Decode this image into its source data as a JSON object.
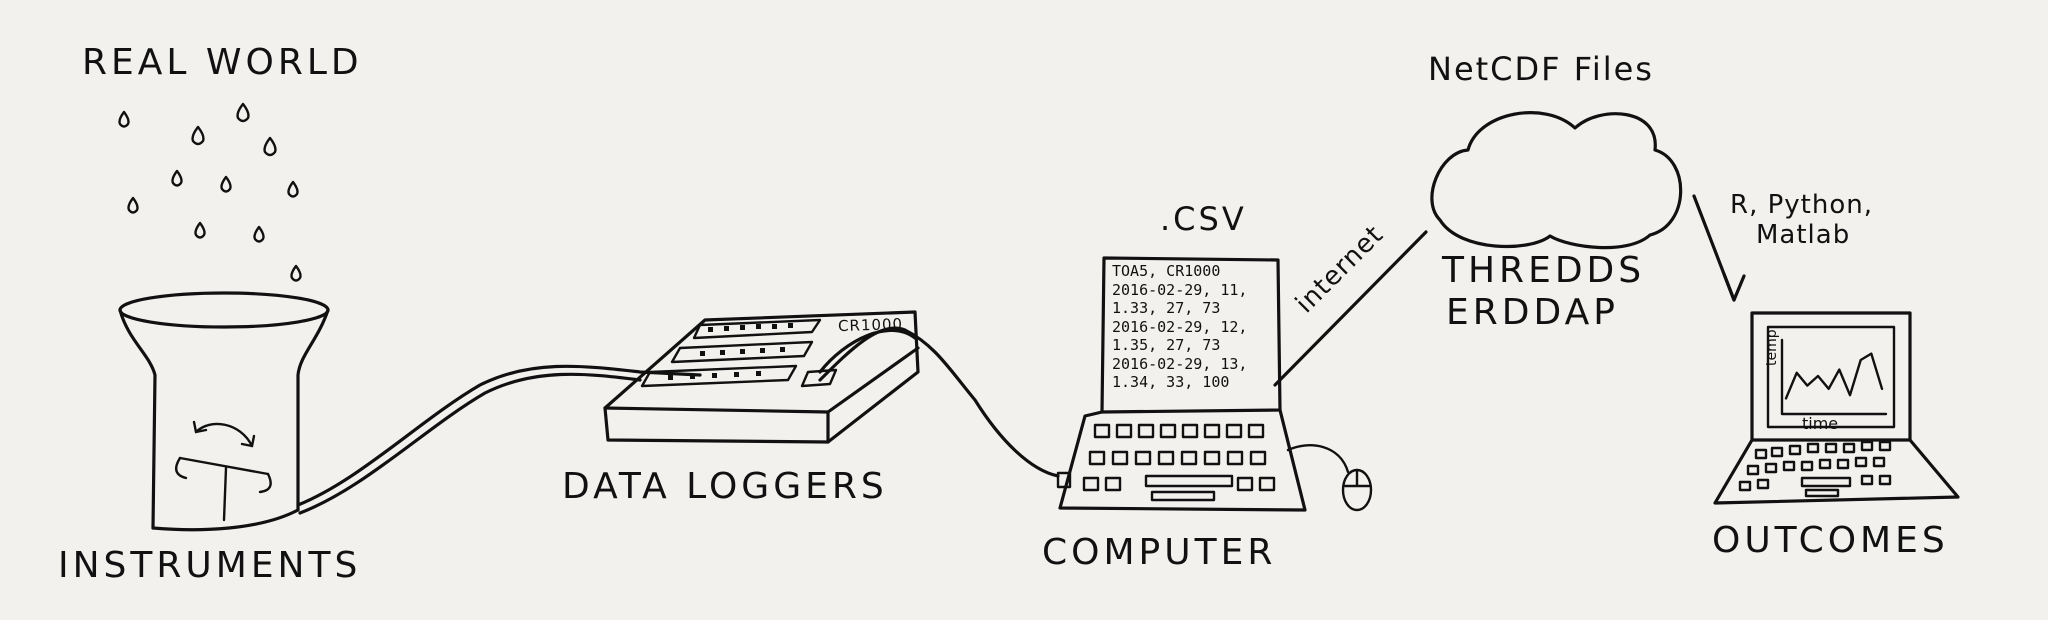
{
  "labels": {
    "real_world": "REAL WORLD",
    "instruments": "INSTRUMENTS",
    "data_loggers": "DATA LOGGERS",
    "computer": "COMPUTER",
    "csv": ".CSV",
    "internet": "internet",
    "netcdf": "NetCDF Files",
    "thredds": "THREDDS",
    "erddap": "ERDDAP",
    "tools_line1": "R, Python,",
    "tools_line2": "Matlab",
    "outcomes": "OUTCOMES",
    "logger_model": "CR1000",
    "graph_y": "temp",
    "graph_x": "time"
  },
  "csv_lines": [
    "TOA5, CR1000",
    "2016-02-29, 11,",
    "1.33, 27, 73",
    "2016-02-29, 12,",
    "1.35, 27, 73",
    "2016-02-29, 13,",
    "1.34, 33, 100"
  ],
  "graph_series": [
    0.15,
    0.55,
    0.35,
    0.5,
    0.3,
    0.6,
    0.2,
    0.75,
    0.85,
    0.3
  ]
}
